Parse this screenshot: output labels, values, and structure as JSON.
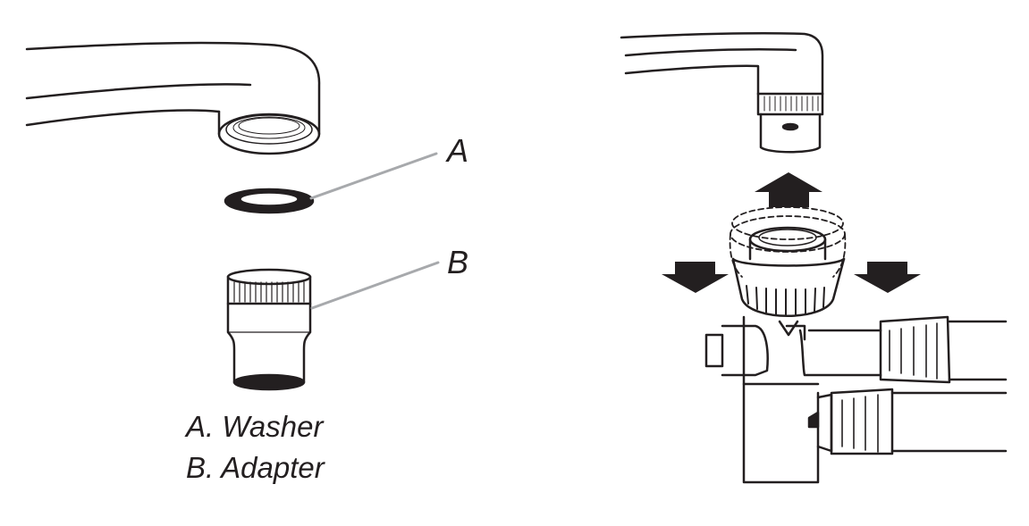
{
  "callouts": {
    "a": "A",
    "b": "B"
  },
  "legend": {
    "washer": "A. Washer",
    "adapter": "B. Adapter"
  },
  "colors": {
    "ink": "#231f20",
    "leader_line": "#a7a9ac"
  }
}
